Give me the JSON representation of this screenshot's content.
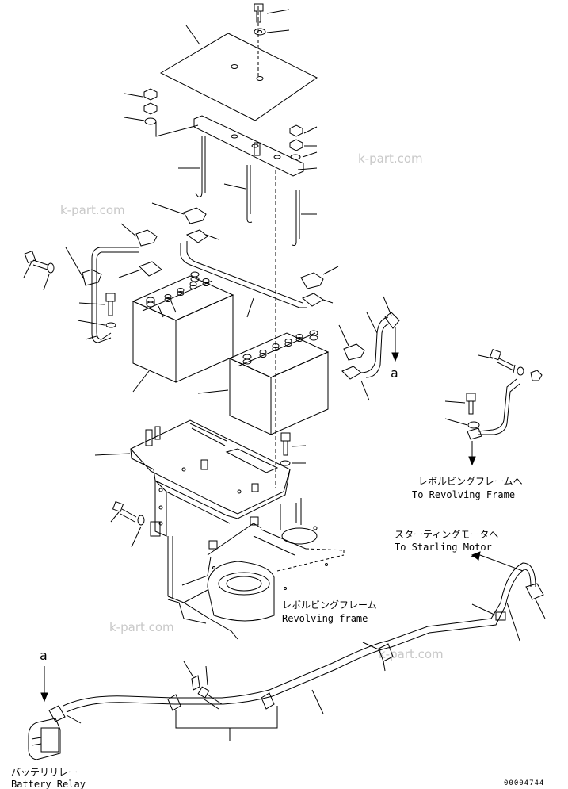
{
  "watermarks": [
    "k-part.com",
    "k-part.com",
    "k-part.com",
    "k-part.com"
  ],
  "labels": {
    "to_revolving_frame_jp": "レボルビングフレームへ",
    "to_revolving_frame_en": "To Revolving Frame",
    "to_starting_motor_jp": "スターティングモータへ",
    "to_starting_motor_en": "To Starling Motor",
    "revolving_frame_jp": "レボルビングフレーム",
    "revolving_frame_en": "Revolving frame",
    "battery_relay_jp": "バッテリリレー",
    "battery_relay_en": "Battery Relay",
    "ref_a_upper": "a",
    "ref_a_lower": "a",
    "drawing_number": "00004744"
  },
  "colors": {
    "line": "#000000",
    "watermark": "#c8c8c8"
  }
}
